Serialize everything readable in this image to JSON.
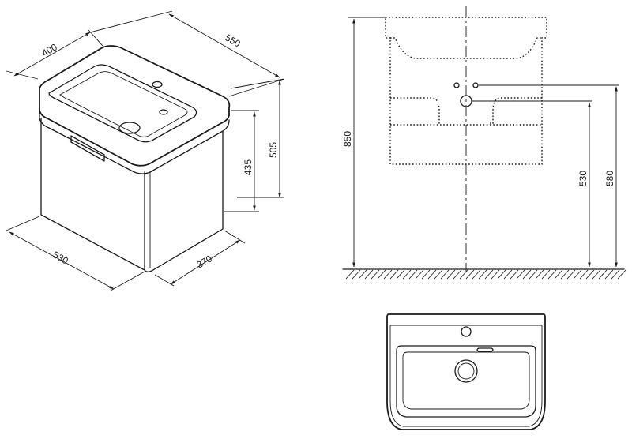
{
  "dimensions": {
    "iso_depth": "400",
    "iso_width_top": "550",
    "iso_height_cabinet": "435",
    "iso_height_total": "505",
    "iso_width_bottom": "530",
    "iso_depth_bottom": "370",
    "front_height_total": "850",
    "front_drain_height": "530",
    "front_supply_height": "580"
  },
  "colors": {
    "line": "#1a1a1a",
    "background": "#ffffff"
  }
}
